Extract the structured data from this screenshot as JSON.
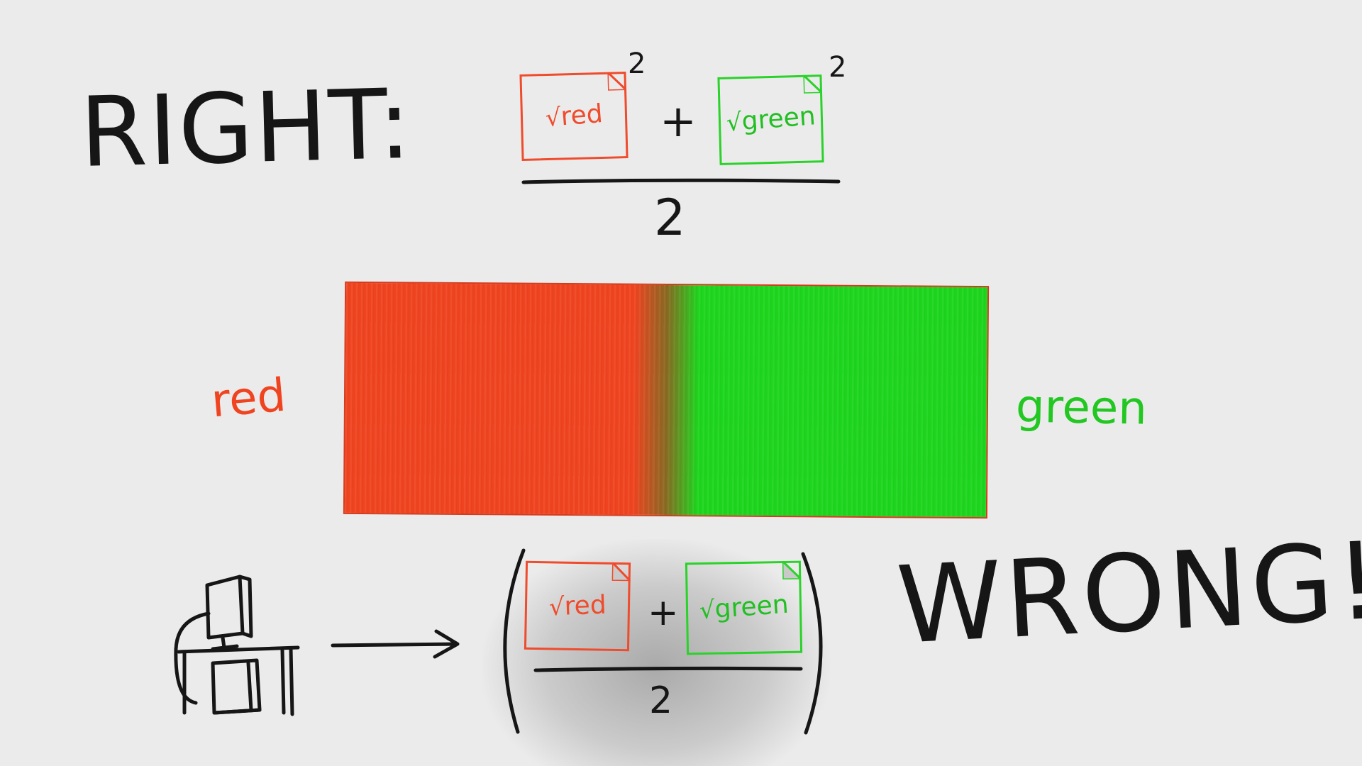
{
  "headings": {
    "right": "RIGHT:",
    "wrong": "WRONG!"
  },
  "labels": {
    "red": "red",
    "green": "green"
  },
  "formula_right": {
    "term1": "red",
    "term2": "green",
    "root": "√",
    "exponent": "2",
    "operator": "+",
    "denominator": "2"
  },
  "formula_wrong": {
    "term1": "red",
    "term2": "green",
    "root": "√",
    "operator": "+",
    "denominator": "2"
  },
  "colors": {
    "red": "#f04420",
    "green": "#1ed61e",
    "ink": "#161616",
    "background": "#ebebeb"
  },
  "icons": [
    "computer-icon",
    "arrow-right-icon"
  ]
}
